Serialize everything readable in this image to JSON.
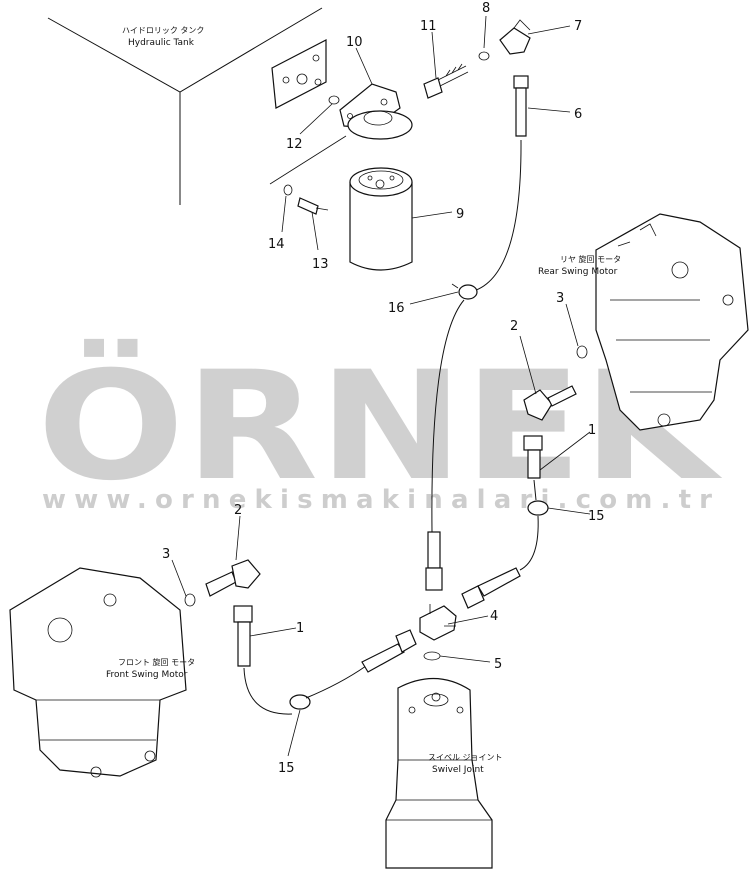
{
  "watermark": {
    "brand": "ÖRNEK",
    "url": "www.ornekismakinalari.com.tr",
    "color": "#c8c8c8",
    "accent_color": "#f3e7b3"
  },
  "components": {
    "hydraulic_tank": {
      "jp": "ハイドロリック タンク",
      "en": "Hydraulic Tank"
    },
    "rear_swing_motor": {
      "jp": "リヤ 旋回 モータ",
      "en": "Rear Swing Motor"
    },
    "front_swing_motor": {
      "jp": "フロント 旋回 モータ",
      "en": "Front Swing Motor"
    },
    "swivel_joint": {
      "jp": "スイベル ジョイント",
      "en": "Swivel Joint"
    }
  },
  "callouts": [
    {
      "id": "c8",
      "label": "8"
    },
    {
      "id": "c7",
      "label": "7"
    },
    {
      "id": "c11",
      "label": "11"
    },
    {
      "id": "c10",
      "label": "10"
    },
    {
      "id": "c6",
      "label": "6"
    },
    {
      "id": "c12",
      "label": "12"
    },
    {
      "id": "c9",
      "label": "9"
    },
    {
      "id": "c14",
      "label": "14"
    },
    {
      "id": "c13",
      "label": "13"
    },
    {
      "id": "c16",
      "label": "16"
    },
    {
      "id": "c3a",
      "label": "3"
    },
    {
      "id": "c2a",
      "label": "2"
    },
    {
      "id": "c1a",
      "label": "1"
    },
    {
      "id": "c15a",
      "label": "15"
    },
    {
      "id": "c2b",
      "label": "2"
    },
    {
      "id": "c3b",
      "label": "3"
    },
    {
      "id": "c1b",
      "label": "1"
    },
    {
      "id": "c4",
      "label": "4"
    },
    {
      "id": "c5",
      "label": "5"
    },
    {
      "id": "c15b",
      "label": "15"
    }
  ]
}
